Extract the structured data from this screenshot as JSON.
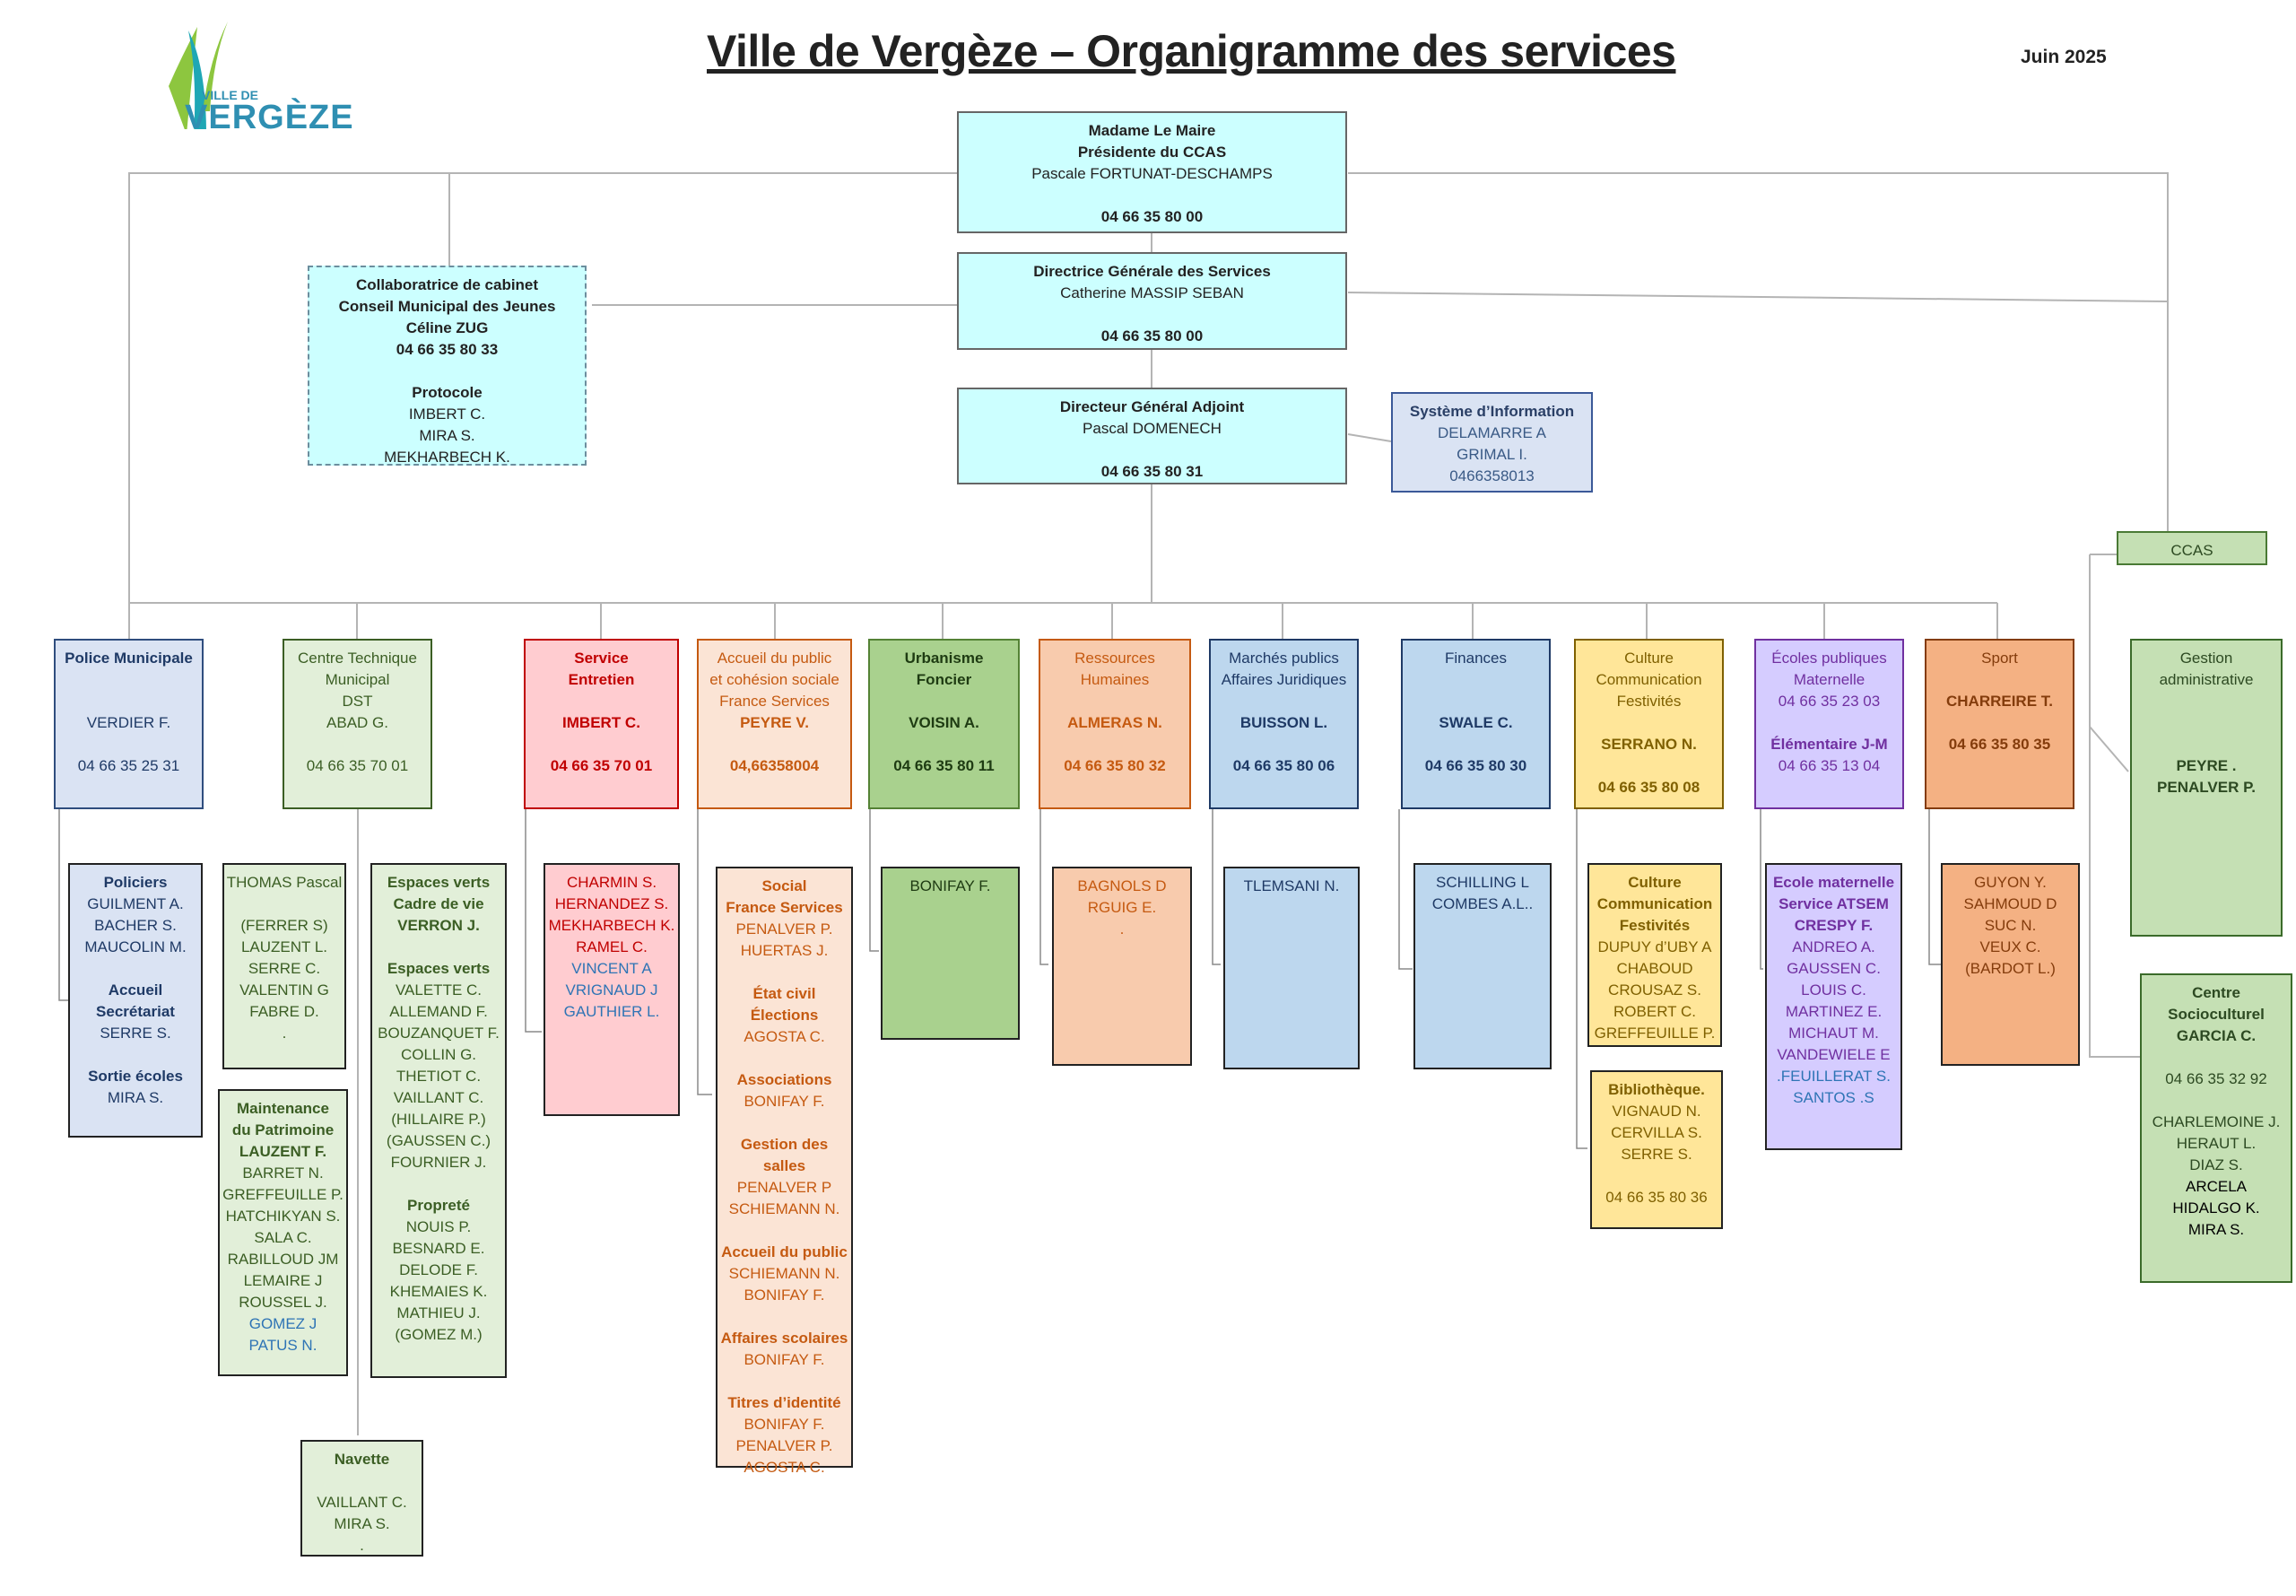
{
  "header": {
    "title": "Ville de Vergèze – Organigramme des services",
    "date": "Juin  2025",
    "logo_top": "VILLE DE",
    "logo_bottom": "VERGÈZE"
  },
  "colors": {
    "cyan": "#ccffff",
    "blue_light": "#dae3f3",
    "green_light": "#e2efd9",
    "red_light": "#ffccd0",
    "peach": "#fbe4d5",
    "green": "#a9d18e",
    "orange": "#f8cbad",
    "steel": "#bdd7ee",
    "yellow": "#ffe699",
    "lavender": "#d5ccff",
    "salmon": "#f4b183",
    "sage": "#c5e0b4"
  },
  "boxes": {
    "maire": [
      "Madame Le Maire",
      "Présidente du CCAS",
      "Pascale FORTUNAT-DESCHAMPS",
      "",
      "04 66 35 80 00"
    ],
    "dgs": [
      "Directrice Générale des Services",
      "Catherine MASSIP SEBAN",
      "",
      "04 66 35 80 00"
    ],
    "dga": [
      "Directeur Général Adjoint",
      "Pascal DOMENECH",
      "",
      "04 66 35 80 31"
    ],
    "cabinet": [
      "Collaboratrice de cabinet",
      "Conseil Municipal des Jeunes",
      "Céline ZUG",
      "04 66 35 80 33",
      "",
      "Protocole",
      "IMBERT C.",
      "MIRA S.",
      "MEKHARBECH K."
    ],
    "si": [
      "Système d’Information",
      "DELAMARRE A",
      "GRIMAL I.",
      "0466358013"
    ],
    "ccas": [
      "CCAS"
    ],
    "police": [
      "Police Municipale",
      "",
      "",
      "VERDIER F.",
      "",
      "04 66 35 25 31"
    ],
    "ctm": [
      "Centre Technique",
      "Municipal",
      "DST",
      "ABAD G.",
      "",
      "04 66 35 70 01"
    ],
    "entretien": [
      "Service",
      "Entretien",
      "",
      "IMBERT C.",
      "",
      "04 66 35 70 01"
    ],
    "accueil": [
      "Accueil du public",
      "et cohésion sociale",
      "France Services",
      "PEYRE V.",
      "",
      "04,66358004"
    ],
    "urbanisme": [
      "Urbanisme",
      "Foncier",
      "",
      "VOISIN A.",
      "",
      "04 66 35 80 11"
    ],
    "rh": [
      "Ressources",
      "Humaines",
      "",
      "ALMERAS N.",
      "",
      "04 66 35 80 32"
    ],
    "marches": [
      "Marchés publics",
      "Affaires Juridiques",
      "",
      "BUISSON L.",
      "",
      "04 66 35 80 06"
    ],
    "finances": [
      "Finances",
      "",
      "",
      "SWALE C.",
      "",
      "04 66 35 80 30"
    ],
    "culture": [
      "Culture",
      "Communication",
      "Festivités",
      "",
      "SERRANO N.",
      "",
      "04 66 35 80 08"
    ],
    "ecoles": [
      "Écoles publiques",
      "Maternelle",
      "04 66 35 23 03",
      "",
      "Élémentaire J-M",
      "04 66 35 13 04"
    ],
    "sport": [
      "Sport",
      "",
      "CHARREIRE T.",
      "",
      "04 66 35 80 35"
    ],
    "gestion": [
      "Gestion",
      "administrative",
      "",
      "",
      "",
      "PEYRE .",
      "PENALVER P."
    ],
    "policiers": [
      "Policiers",
      "GUILMENT A.",
      "BACHER S.",
      "MAUCOLIN M.",
      "",
      "Accueil",
      "Secrétariat",
      "SERRE S.",
      "",
      "Sortie écoles",
      "MIRA S."
    ],
    "thomas": [
      "THOMAS Pascal",
      "",
      "(FERRER S)",
      "LAUZENT L.",
      "SERRE C.",
      "VALENTIN G",
      "FABRE D.",
      "."
    ],
    "espaces": [
      "Espaces verts",
      "Cadre de vie",
      "VERRON J.",
      "",
      "Espaces verts",
      "VALETTE C.",
      "ALLEMAND F.",
      "BOUZANQUET F.",
      "COLLIN G.",
      "THETIOT C.",
      "VAILLANT C.",
      "(HILLAIRE P.)",
      "(GAUSSEN C.)",
      "FOURNIER J.",
      "",
      "Propreté",
      "NOUIS P.",
      "BESNARD E.",
      "DELODE F.",
      "KHEMAIES K.",
      "MATHIEU J.",
      "(GOMEZ M.)"
    ],
    "maintenance": [
      "Maintenance",
      "du Patrimoine",
      "LAUZENT F.",
      "BARRET N.",
      "GREFFEUILLE P.",
      "HATCHIKYAN S.",
      "SALA C.",
      "RABILLOUD JM",
      "LEMAIRE J",
      "ROUSSEL J.",
      "GOMEZ J",
      "PATUS N."
    ],
    "navette": [
      "Navette",
      "",
      "VAILLANT C.",
      "MIRA S.",
      "."
    ],
    "entretien_staff": [
      "CHARMIN S.",
      "HERNANDEZ S.",
      "MEKHARBECH K.",
      "RAMEL C.",
      "VINCENT A",
      "VRIGNAUD J",
      "GAUTHIER L."
    ],
    "social": [
      "Social",
      "France Services",
      "PENALVER P.",
      "HUERTAS J.",
      "",
      "État civil",
      "Élections",
      "AGOSTA C.",
      "",
      "Associations",
      "BONIFAY F.",
      "",
      "Gestion des",
      "salles",
      "PENALVER P",
      "SCHIEMANN N.",
      "",
      "Accueil du public",
      "SCHIEMANN N.",
      "BONIFAY F.",
      "",
      "Affaires scolaires",
      "BONIFAY F.",
      "",
      "Titres d’identité",
      "BONIFAY F.",
      "PENALVER P.",
      "AGOSTA C."
    ],
    "urb_staff": [
      "BONIFAY F."
    ],
    "rh_staff": [
      "BAGNOLS D",
      "RGUIG E.",
      "."
    ],
    "marches_staff": [
      "TLEMSANI N."
    ],
    "fin_staff": [
      "SCHILLING L",
      "COMBES A.L.."
    ],
    "culture_staff": [
      "Culture",
      "Communication",
      "Festivités",
      "DUPUY d’UBY A",
      "CHABOUD",
      "CROUSAZ S.",
      "ROBERT C.",
      "GREFFEUILLE P."
    ],
    "biblio": [
      "Bibliothèque.",
      "VIGNAUD N.",
      "CERVILLA S.",
      "SERRE  S.",
      "",
      "04 66 35 80 36"
    ],
    "ecole_mat": [
      "Ecole maternelle",
      "Service ATSEM",
      "CRESPY F.",
      "ANDREO A.",
      "GAUSSEN C.",
      "LOUIS C.",
      "MARTINEZ E.",
      "MICHAUT M.",
      "VANDEWIELE E",
      ".FEUILLERAT S.",
      "SANTOS .S"
    ],
    "sport_staff": [
      "GUYON Y.",
      "SAHMOUD D",
      "SUC N.",
      "VEUX C.",
      "(BARDOT L.)"
    ],
    "centre_socio": [
      "Centre",
      "Socioculturel",
      "GARCIA C.",
      "",
      "04 66 35 32 92",
      "",
      "CHARLEMOINE J.",
      "HERAUT L.",
      "DIAZ S.",
      "ARCELA",
      "HIDALGO  K.",
      "MIRA S."
    ]
  }
}
